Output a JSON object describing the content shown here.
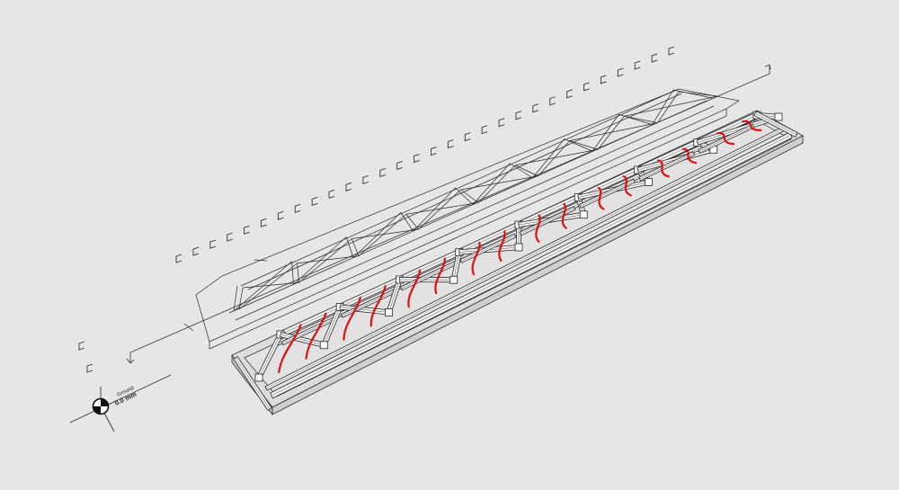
{
  "viewport": {
    "background": "#e6e6e6",
    "line_color": "#2a2a2a",
    "steel_fill": "#f2f2f2",
    "tie_color": "#e01010"
  },
  "level_marker": {
    "icon": "level-datum-icon",
    "label": "Ground",
    "value": "0.0 mm"
  },
  "model": {
    "solid_truss_panels": 8,
    "wireframe_truss_panels": 8,
    "bracket_count": 30
  }
}
